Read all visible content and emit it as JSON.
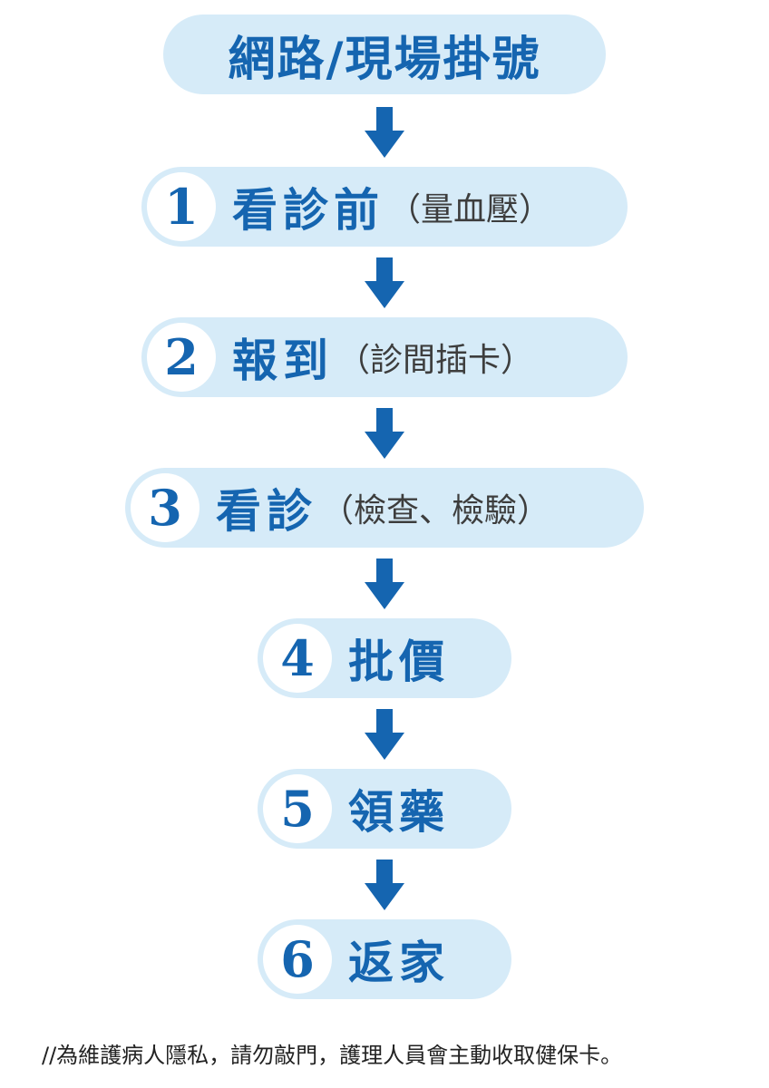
{
  "start": {
    "label": "網路/現場掛號"
  },
  "steps": [
    {
      "number": "1",
      "title": "看診前",
      "note": "（量血壓）"
    },
    {
      "number": "2",
      "title": "報到",
      "note": "（診間插卡）"
    },
    {
      "number": "3",
      "title": "看診",
      "note": "（檢查、檢驗）"
    },
    {
      "number": "4",
      "title": "批價",
      "note": ""
    },
    {
      "number": "5",
      "title": "領藥",
      "note": ""
    },
    {
      "number": "6",
      "title": "返家",
      "note": ""
    }
  ],
  "footer": {
    "text": "//為維護病人隱私，請勿敲門，護理人員會主動收取健保卡。"
  },
  "colors": {
    "accent": "#1565b0",
    "pill_background": "#d6ebf8",
    "number_circle": "#ffffff",
    "note_text": "#3d3d3d"
  },
  "icons": {
    "connector": "arrow-down-icon"
  }
}
